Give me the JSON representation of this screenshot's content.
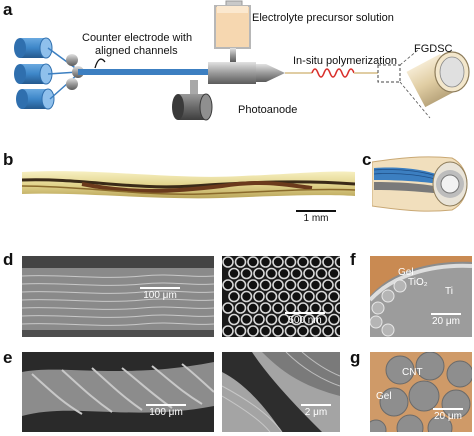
{
  "panels": {
    "a": {
      "label": "a",
      "texts": {
        "electrolyte": "Electrolyte precursor solution",
        "counter_line1": "Counter electrode with",
        "counter_line2": "aligned channels",
        "polymerization": "In-situ polymerization",
        "product": "FGDSC",
        "photoanode": "Photoanode"
      }
    },
    "b": {
      "label": "b",
      "scale": "1 mm"
    },
    "c": {
      "label": "c"
    },
    "d": {
      "label": "d",
      "scale_left": "100 μm",
      "scale_right": "500 nm"
    },
    "e": {
      "label": "e",
      "scale_left": "100 μm",
      "scale_right": "2 μm"
    },
    "f": {
      "label": "f",
      "gel": "Gel",
      "tio2": "TiO₂",
      "ti": "Ti",
      "scale": "20 μm"
    },
    "g": {
      "label": "g",
      "cnt": "CNT",
      "gel": "Gel",
      "scale": "20 μm"
    }
  },
  "colors": {
    "spool_blue": "#3d86c8",
    "fiber_blue": "#3c7fc1",
    "bottle_fill": "#f6d7b0",
    "polymer_red": "#d9302c",
    "fiber_beige": "#e8d8b2",
    "gel_orange": "#c98a52"
  }
}
